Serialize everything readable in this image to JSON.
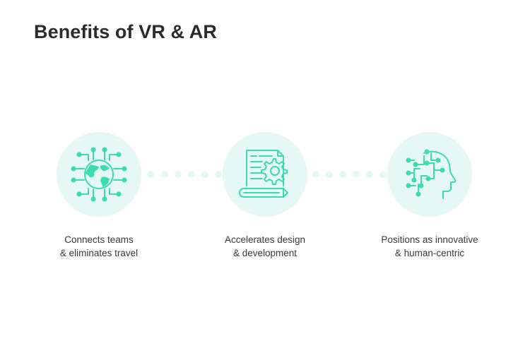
{
  "title": "Benefits of VR & AR",
  "accent_color": "#3ddbb0",
  "circle_color": "#e6f8f3",
  "benefits": [
    {
      "icon": "globe-circuit-icon",
      "line1": "Connects teams",
      "line2": "& eliminates travel"
    },
    {
      "icon": "document-gear-pencil-icon",
      "line1": "Accelerates design",
      "line2": "& development"
    },
    {
      "icon": "ai-head-circuit-icon",
      "line1": "Positions as innovative",
      "line2": "& human-centric"
    }
  ]
}
